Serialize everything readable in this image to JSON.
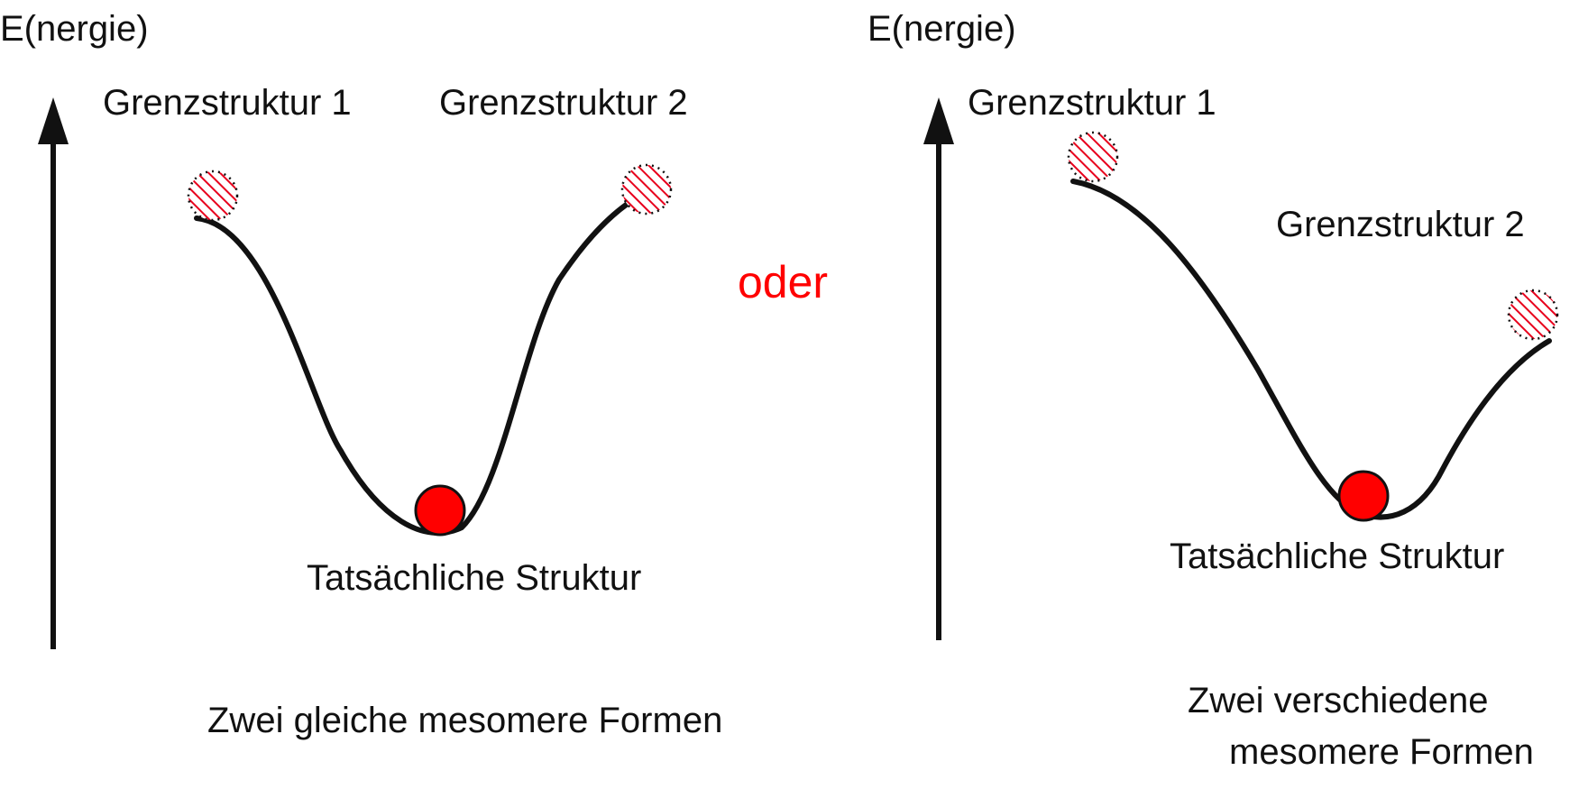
{
  "colors": {
    "curve": "#111111",
    "ball": "#ff0000",
    "hatch": "#e8001c",
    "oder": "#ff0000"
  },
  "connector": "oder",
  "left_panel": {
    "axis_label": "E(nergie)",
    "structure_1_label": "Grenzstruktur 1",
    "structure_2_label": "Grenzstruktur 2",
    "actual_label": "Tatsächliche Struktur",
    "caption": "Zwei gleiche mesomere Formen"
  },
  "right_panel": {
    "axis_label": "E(nergie)",
    "structure_1_label": "Grenzstruktur 1",
    "structure_2_label": "Grenzstruktur 2",
    "actual_label": "Tatsächliche Struktur",
    "caption_line_1": "Zwei verschiedene",
    "caption_line_2": "mesomere Formen"
  },
  "icons": {
    "energy_axis": "up-arrow-icon",
    "limiting_structure": "hatched-circle-icon",
    "actual_structure": "filled-circle-icon"
  }
}
